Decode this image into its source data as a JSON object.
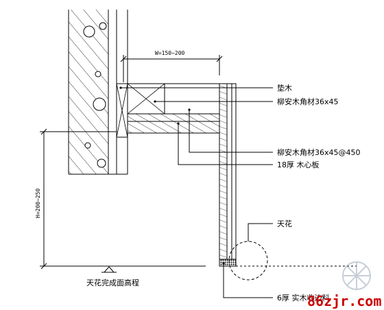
{
  "labels": {
    "dim_width": "W=150~200",
    "dim_height": "H=200~250",
    "pad_wood": "垫木",
    "keel_square": "柳安木角材36x45",
    "keel_spaced": "柳安木角材36x45@450",
    "core_board": "18厚 木心板",
    "ceiling": "天花",
    "ceiling_level": "天花完成面高程",
    "edge_strip": "6厚 实木收边料"
  },
  "watermark": "86zjr.com",
  "colors": {
    "line": "#000000",
    "watermark": "#cc0000",
    "logo": "#9aa7b5"
  }
}
